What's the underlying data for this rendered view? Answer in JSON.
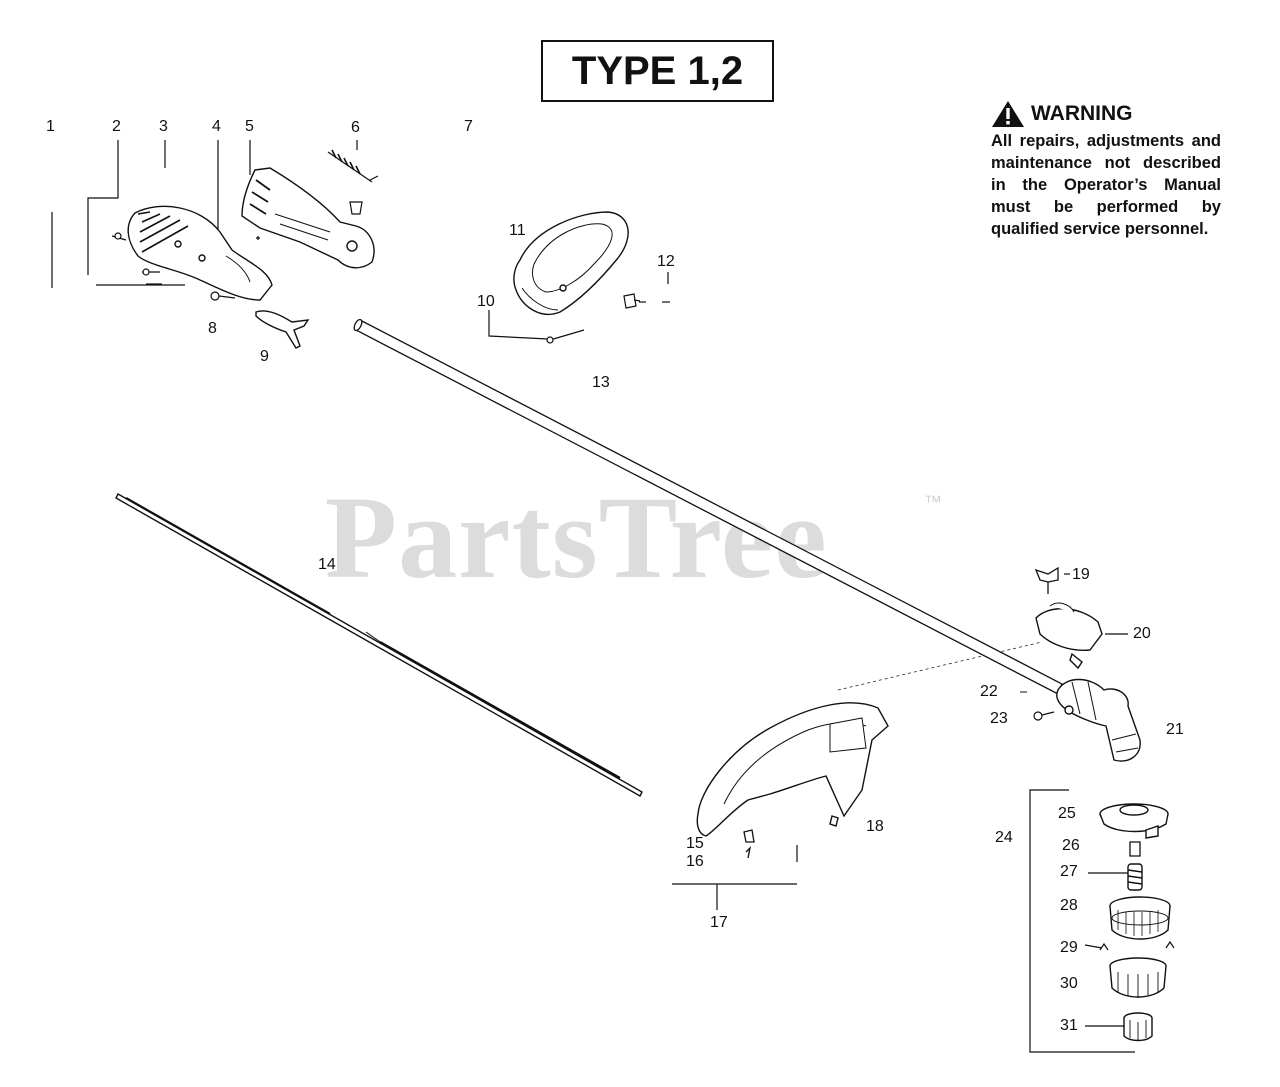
{
  "title": "TYPE 1,2",
  "warning": {
    "heading": "WARNING",
    "text": "All repairs, adjustments and maintenance not described in the Operator’s Manual must be performed by qualified service personnel."
  },
  "watermark": {
    "text": "PartsTree",
    "tm": "™"
  },
  "callouts": [
    "1",
    "2",
    "3",
    "4",
    "5",
    "6",
    "7",
    "8",
    "9",
    "10",
    "11",
    "12",
    "13",
    "14",
    "15",
    "16",
    "17",
    "18",
    "19",
    "20",
    "21",
    "22",
    "23",
    "24",
    "25",
    "26",
    "27",
    "28",
    "29",
    "30",
    "31"
  ]
}
